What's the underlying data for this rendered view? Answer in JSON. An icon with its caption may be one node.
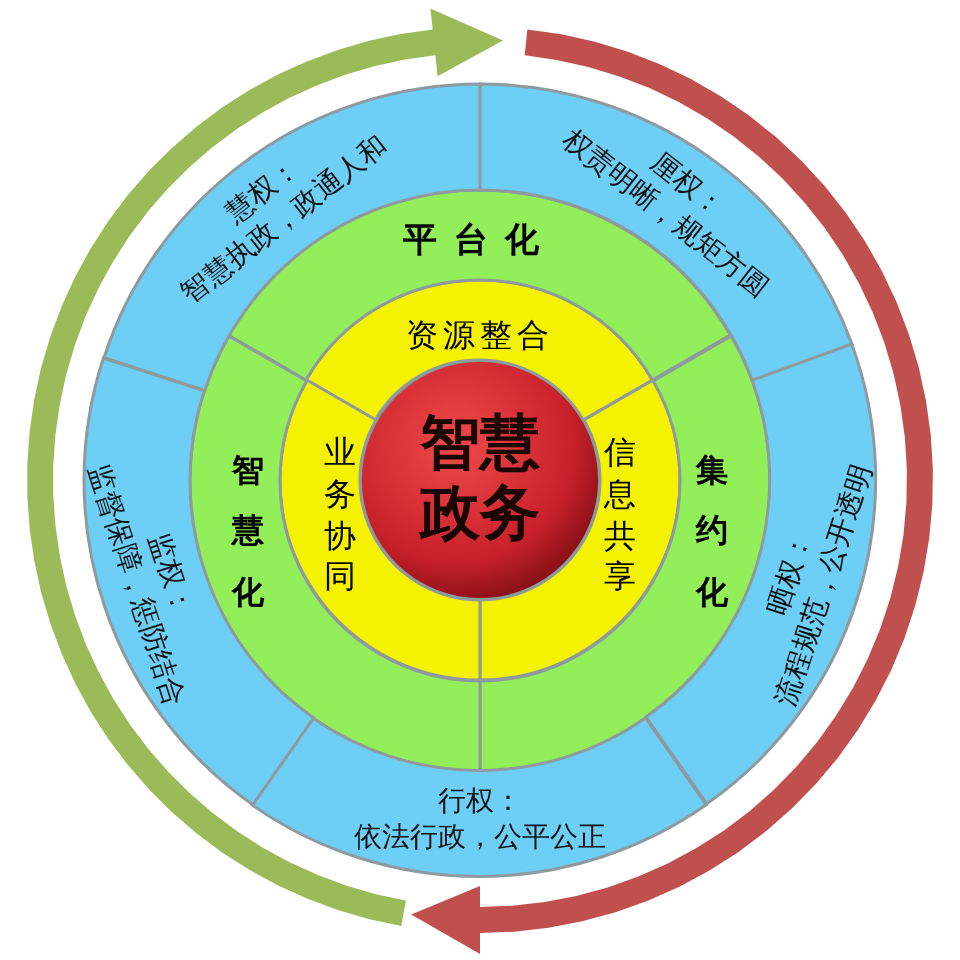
{
  "diagram": {
    "nodes": [
      {
        "text": [
          "智慧政务"
        ]
      },
      {
        "text": [
          "资源整合"
        ]
      },
      {
        "text": [
          "信息共享"
        ]
      },
      {
        "text": [
          "业务协同"
        ]
      },
      {
        "text": [
          "平台化"
        ]
      },
      {
        "text": [
          "集约化"
        ]
      },
      {
        "text": [
          "智慧化"
        ]
      },
      {
        "text": [
          "慧权：",
          "智慧执政，政通人和"
        ]
      },
      {
        "text": [
          "厘权：",
          "权责明晰，规矩方圆"
        ]
      },
      {
        "text": [
          "晒权：",
          "流程规范，公开透明"
        ]
      },
      {
        "text": [
          "行权：",
          "依法行政，公平公正"
        ]
      },
      {
        "text": [
          "监权：",
          "监督保障，惩防结合"
        ]
      }
    ]
  }
}
